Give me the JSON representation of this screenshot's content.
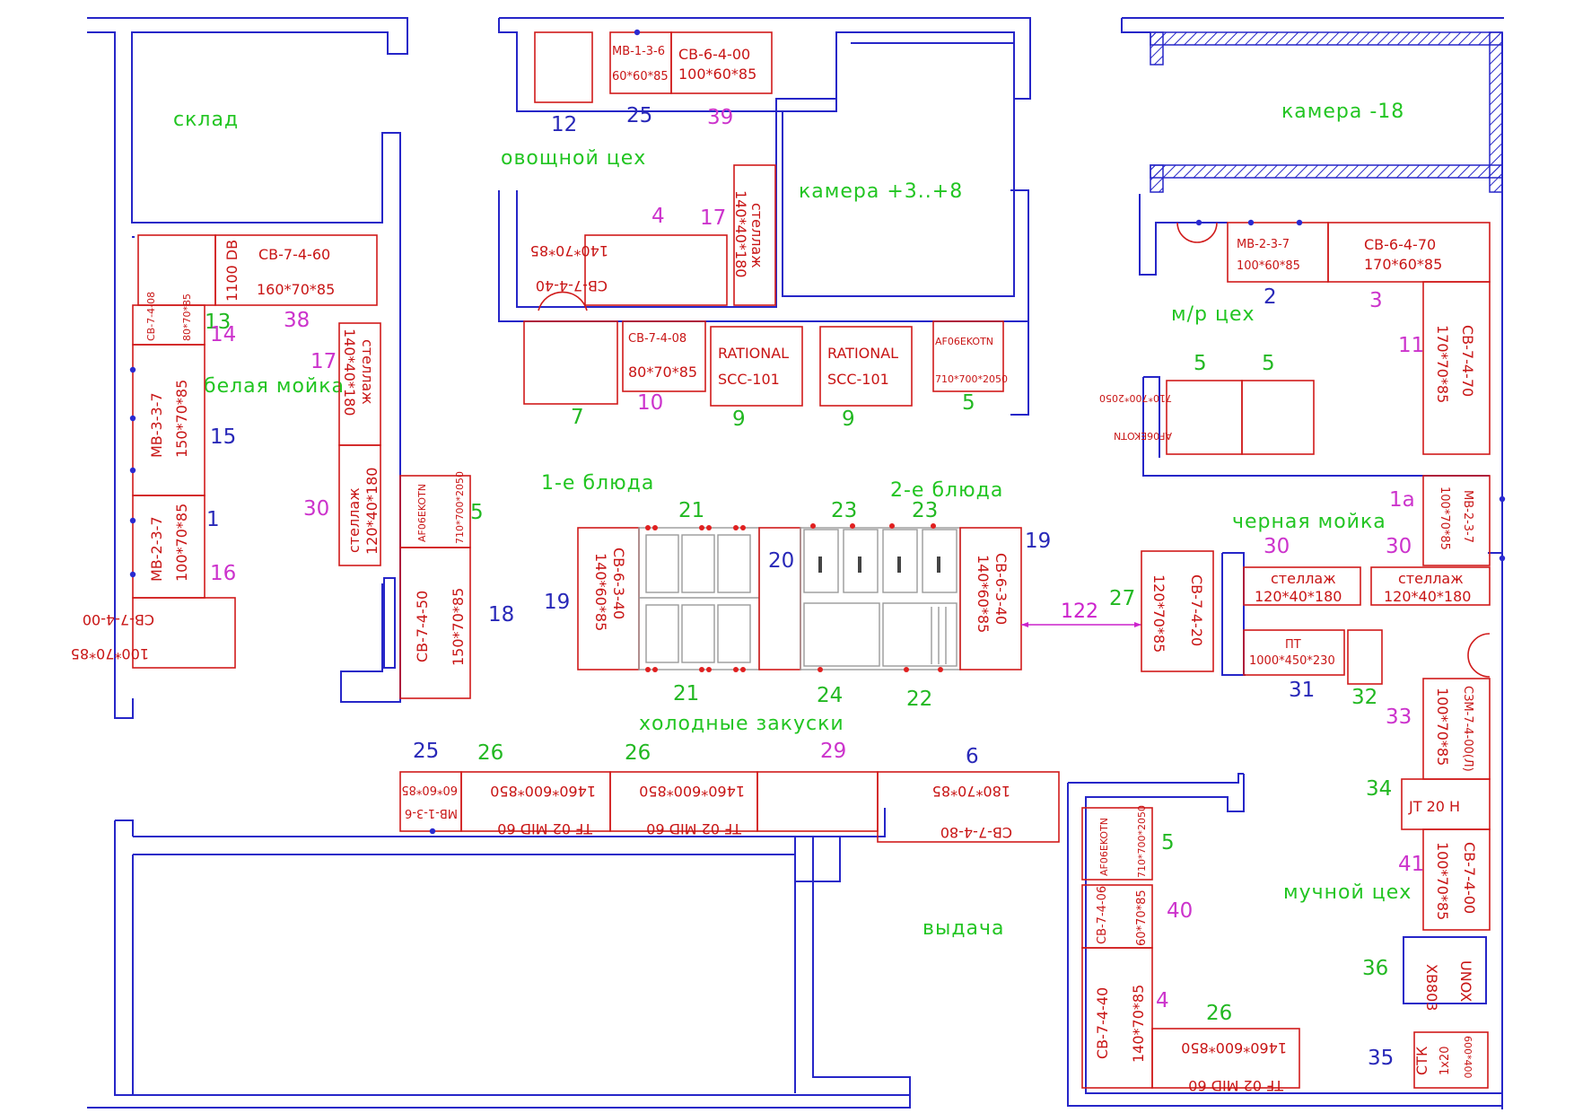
{
  "rooms": {
    "sklad": "склад",
    "ovoshchnoy": "овощной цех",
    "kamera_plus": "камера +3..+8",
    "kamera_minus": "камера -18",
    "mr_tseh": "м/р цех",
    "belaya_moyka": "белая мойка",
    "pervye_blyuda": "1-е блюда",
    "vtorye_blyuda": "2-е блюда",
    "chernaya_moyka": "черная мойка",
    "kholodnye": "холодные закуски",
    "vydacha": "выдача",
    "muchnoy": "мучной цех"
  },
  "equipment": {
    "mb_1_3_6": "МВ-1-3-6",
    "mb_1_3_6_dim": "60*60*85",
    "cb_6_4_00": "СВ-6-4-00",
    "cb_6_4_00_dim": "100*60*85",
    "cb_7_4_40_top": "СВ-7-4-40",
    "cb_7_4_40_top_dim": "140*70*85",
    "stellazh_140": "стеллаж",
    "stellazh_140_dim": "140*40*180",
    "cb_7_4_08": "СВ-7-4-08",
    "cb_7_4_08_dim": "80*70*85",
    "rational_a": "RATIONAL",
    "rational_a_model": "SCC-101",
    "rational_b": "RATIONAL",
    "rational_b_model": "SCC-101",
    "af_top": "AF06EKOTN",
    "af_top_dim": "710*700*2050",
    "mb_2_3_7_mr": "МВ-2-3-7",
    "mb_2_3_7_mr_dim": "100*60*85",
    "cb_6_4_70": "СВ-6-4-70",
    "cb_6_4_70_dim": "170*60*85",
    "cb_7_4_70": "СВ-7-4-70",
    "cb_7_4_70_dim": "170*70*85",
    "af_mr": "AF06EKOTN",
    "af_mr_dim": "710*700*2050",
    "cb_7_4_60": "СВ-7-4-60",
    "cb_7_4_60_dim": "160*70*85",
    "db_1100": "1100 DB",
    "cb_7_4_08_small": "СВ-7-4-08",
    "cb_7_4_08_small_dim": "80*70*85",
    "mb_3_3_7": "МВ-3-3-7",
    "mb_3_3_7_dim": "150*70*85",
    "mb_2_3_7_wm": "МВ-2-3-7",
    "mb_2_3_7_wm_dim": "100*70*85",
    "cb_7_4_00_wm": "СВ-7-4-00",
    "cb_7_4_00_wm_dim": "100*70*85",
    "stellazh_wm": "стеллаж",
    "stellazh_wm_dim": "140*40*180",
    "stellazh_120": "стеллаж",
    "stellazh_120_dim": "120*40*180",
    "af_mid": "AF06EKOTN",
    "af_mid_dim": "710*700*2050",
    "cb_7_4_50": "СВ-7-4-50",
    "cb_7_4_50_dim": "150*70*85",
    "cb_6_3_40_l": "СВ-6-3-40",
    "cb_6_3_40_l_dim": "140*60*85",
    "cb_6_3_40_r": "СВ-6-3-40",
    "cb_6_3_40_r_dim": "140*60*85",
    "cb_7_4_20": "СВ-7-4-20",
    "cb_7_4_20_dim": "120*70*85",
    "stellazh_cm1": "стеллаж",
    "stellazh_cm1_dim": "120*40*180",
    "stellazh_cm2": "стеллаж",
    "stellazh_cm2_dim": "120*40*180",
    "mb_2_3_7_cm": "МВ-2-3-7",
    "mb_2_3_7_cm_dim": "100*70*85",
    "pt": "ПТ",
    "pt_dim": "1000*450*230",
    "szm": "СЗМ-7-4-00(Л)",
    "szm_dim": "100*70*85",
    "jt": "JT 20 H",
    "cb_7_4_00_mc": "СВ-7-4-00",
    "cb_7_4_00_mc_dim": "100*70*85",
    "unox_a": "UNOX",
    "unox_b": "XB803",
    "ctk": "СТК",
    "ctk_a": "1х20",
    "ctk_dim": "600*400",
    "mb_1_3_6_bot": "МВ-1-3-6",
    "mb_1_3_6_bot_dim": "60*60*85",
    "tf_a": "TF 02 MID 60",
    "tf_a_dim": "1460*600*850",
    "tf_b": "TF 02 MID 60",
    "tf_b_dim": "1460*600*850",
    "cb_7_4_80": "СВ-7-4-80",
    "cb_7_4_80_dim": "180*70*85",
    "af_bot": "AF06EKOTN",
    "af_bot_dim": "710*700*2050",
    "cb_7_4_06": "СВ-7-4-06",
    "cb_7_4_06_dim": "60*70*85",
    "cb_7_4_40_bot": "СВ-7-4-40",
    "cb_7_4_40_bot_dim": "140*70*85",
    "tf_c": "TF 02 MID 60",
    "tf_c_dim": "1460*600*850"
  },
  "numbers": {
    "n12": "12",
    "n25a": "25",
    "n39": "39",
    "n4a": "4",
    "n17a": "17",
    "n7": "7",
    "n10": "10",
    "n9a": "9",
    "n9b": "9",
    "n5a": "5",
    "n2": "2",
    "n3": "3",
    "n11": "11",
    "n5b": "5",
    "n5c": "5",
    "n13": "13",
    "n14": "14",
    "n38": "38",
    "n17b": "17",
    "n15": "15",
    "n1": "1",
    "n16": "16",
    "n30a": "30",
    "n5d": "5",
    "n18": "18",
    "n21a": "21",
    "n23a": "23",
    "n23b": "23",
    "n20": "20",
    "n19a": "19",
    "n19b": "19",
    "n21b": "21",
    "n24": "24",
    "n22": "22",
    "n27": "27",
    "n1a": "1а",
    "n30b": "30",
    "n30c": "30",
    "n31": "31",
    "n32": "32",
    "n33": "33",
    "n34": "34",
    "n41": "41",
    "n36": "36",
    "n35": "35",
    "n25b": "25",
    "n26a": "26",
    "n26b": "26",
    "n29": "29",
    "n6": "6",
    "n5e": "5",
    "n40": "40",
    "n4b": "4",
    "n26c": "26"
  },
  "dimension_122": "122"
}
